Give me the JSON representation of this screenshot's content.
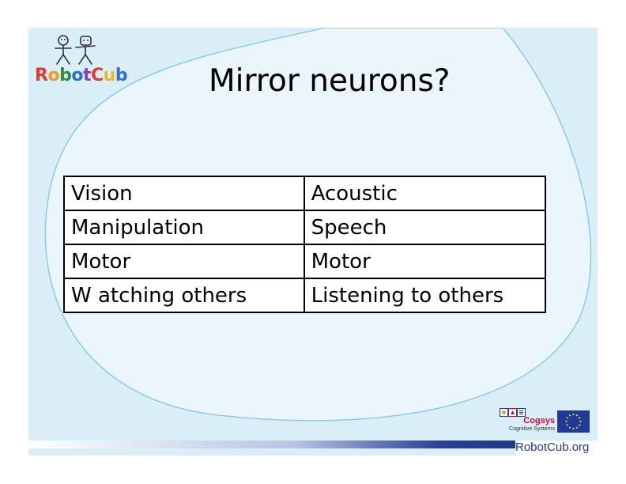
{
  "slide": {
    "title": "Mirror neurons?",
    "colors": {
      "background": "#d9eef6",
      "curve_fill": "#eaf6fb",
      "curve_line": "#8ccbe2",
      "footer_navy": "#1f3a8a"
    },
    "logo": {
      "icon": "robot-cub-figures-icon",
      "letters": [
        {
          "ch": "R",
          "color": "#e23a2f"
        },
        {
          "ch": "o",
          "color": "#f29a1f"
        },
        {
          "ch": "b",
          "color": "#2e8b3e"
        },
        {
          "ch": "o",
          "color": "#2a6fd1"
        },
        {
          "ch": "t",
          "color": "#8a3fb5"
        },
        {
          "ch": "C",
          "color": "#e23a2f"
        },
        {
          "ch": "u",
          "color": "#f2b71f"
        },
        {
          "ch": "b",
          "color": "#2a6fd1"
        }
      ]
    },
    "table": {
      "rows": [
        [
          "Vision",
          "Acoustic"
        ],
        [
          "Manipulation",
          "Speech"
        ],
        [
          "Motor",
          "Motor"
        ],
        [
          "W atching others",
          "Listening to others"
        ]
      ]
    },
    "cogsys": {
      "name": "Cogsys",
      "subtitle": "Cognitive Systems",
      "icon": "cogsys-logo-icon"
    },
    "eu_flag": {
      "icon": "eu-flag-icon"
    },
    "footer": {
      "text": "RobotCub.org"
    }
  }
}
